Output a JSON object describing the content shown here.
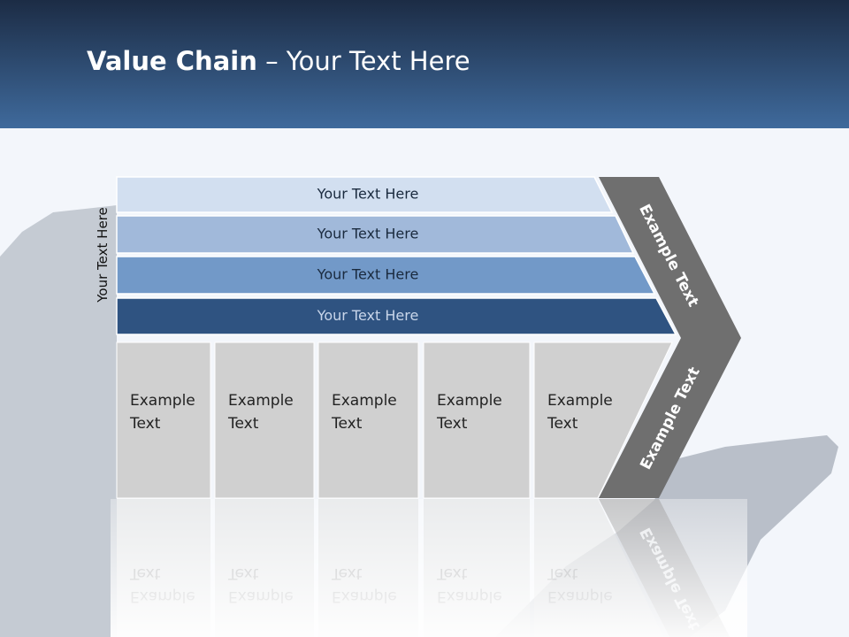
{
  "title": {
    "bold": "Value Chain",
    "rest": " – Your Text Here"
  },
  "side_label": "Your Text Here",
  "bands": [
    {
      "label": "Your Text Here",
      "fill": "#d2dff0",
      "text_color": "#1a2a3e"
    },
    {
      "label": "Your Text Here",
      "fill": "#a1b9da",
      "text_color": "#1a2a3e"
    },
    {
      "label": "Your Text Here",
      "fill": "#7299c8",
      "text_color": "#1a2a3e"
    },
    {
      "label": "Your Text Here",
      "fill": "#2f5381",
      "text_color": "#c9d6ea"
    }
  ],
  "boxes": [
    {
      "line1": "Example",
      "line2": "Text"
    },
    {
      "line1": "Example",
      "line2": "Text"
    },
    {
      "line1": "Example",
      "line2": "Text"
    },
    {
      "line1": "Example",
      "line2": "Text"
    },
    {
      "line1": "Example",
      "line2": "Text"
    }
  ],
  "chevron": {
    "upper_label": "Example Text",
    "lower_label": "Example Text",
    "fill": "#6f6f6f"
  },
  "colors": {
    "header_top": "#1c2c45",
    "header_bottom": "#3f6a9c",
    "box_fill": "#d0d0d0",
    "silhouette": "#b6bcc6"
  }
}
